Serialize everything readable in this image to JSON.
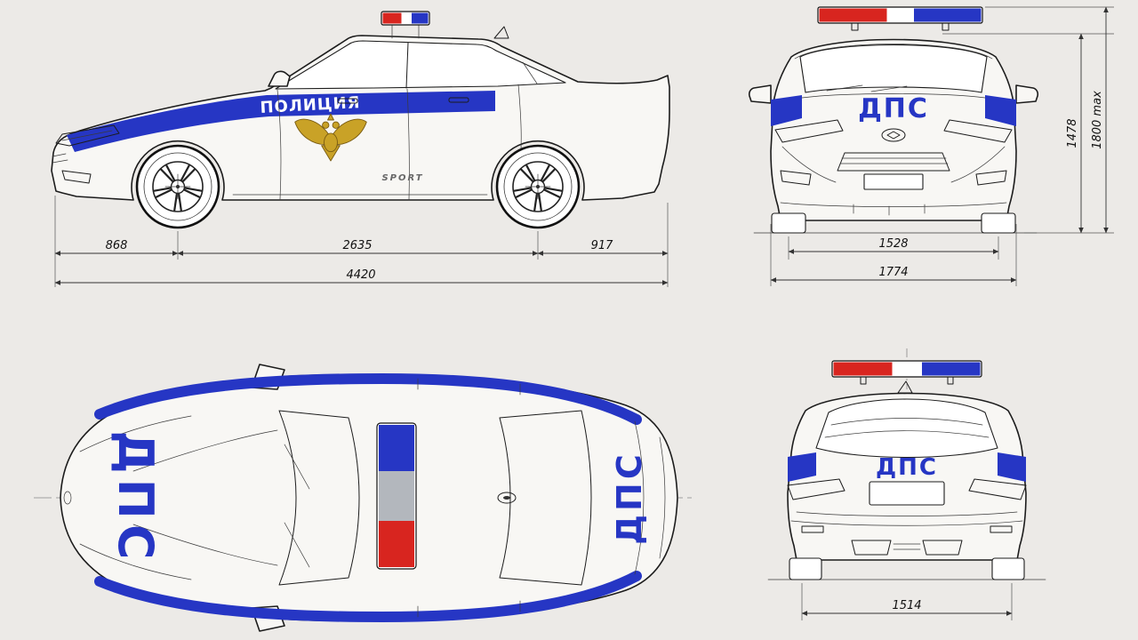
{
  "canvas": {
    "background": "#eceae7"
  },
  "colors": {
    "ink": "#1c1c1c",
    "stripe_blue": "#2636c4",
    "light_red": "#d8251f",
    "lightbar_gray": "#b3b7bd",
    "emblem_gold": "#c9a227"
  },
  "side_view": {
    "police_label": "ПОЛИЦИЯ",
    "sport_label": "SPORT",
    "dims": {
      "front_overhang": "868",
      "wheelbase": "2635",
      "rear_overhang": "917",
      "overall_length": "4420"
    }
  },
  "front_view": {
    "dps_label": "ДПС",
    "dims": {
      "track_width": "1528",
      "overall_width": "1774",
      "height": "1478",
      "height_max": "1800 max"
    }
  },
  "top_view": {
    "dps_label_left": "ДПС",
    "dps_label_right": "ДПС"
  },
  "rear_view": {
    "dps_label": "ДПС",
    "dims": {
      "track_width": "1514"
    }
  }
}
